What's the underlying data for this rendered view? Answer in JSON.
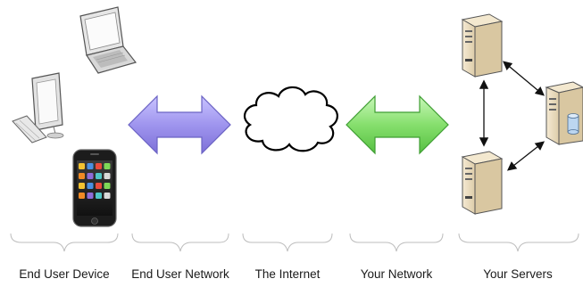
{
  "sections": [
    {
      "id": "end-user-device",
      "label": "End User Device"
    },
    {
      "id": "end-user-network",
      "label": "End User Network"
    },
    {
      "id": "the-internet",
      "label": "The Internet"
    },
    {
      "id": "your-network",
      "label": "Your Network"
    },
    {
      "id": "your-servers",
      "label": "Your Servers"
    }
  ],
  "icons": {
    "devices": [
      "laptop-icon",
      "desktop-computer-icon",
      "smartphone-icon"
    ],
    "network_arrows": [
      "purple-double-arrow-icon",
      "green-double-arrow-icon"
    ],
    "internet": "cloud-icon",
    "servers": [
      "server-icon",
      "server-icon",
      "server-with-database-icon"
    ]
  },
  "colors": {
    "end_user_network_arrow": "#a8a0ee",
    "your_network_arrow": "#8fe07a",
    "server_body": "#e9dcc0",
    "cloud_stroke": "#000000"
  }
}
